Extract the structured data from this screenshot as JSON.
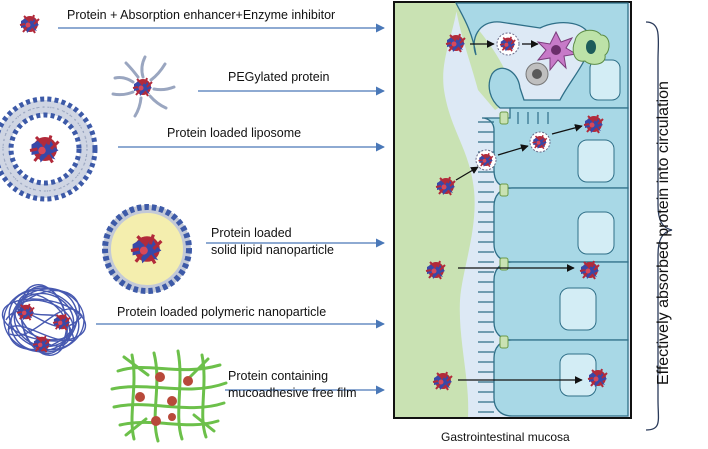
{
  "labels": {
    "enhancer": "Protein + Absorption enhancer+Enzyme inhibitor",
    "pegylated": "PEGylated protein",
    "liposome": "Protein loaded liposome",
    "sln_line1": "Protein loaded",
    "sln_line2": "solid lipid nanoparticle",
    "polymeric": "Protein loaded polymeric nanoparticle",
    "film_line1": "Protein containing",
    "film_line2": "mucoadhesive free film",
    "mucosa": "Gastrointestinal mucosa",
    "circulation": "Effectively absorbed protein into circulation"
  },
  "colors": {
    "arrow": "#4a78b8",
    "panel_bg": "#dde9f5",
    "mucus": "#c9e2b3",
    "cell": "#a8d8e6",
    "cell_stroke": "#2f6f88",
    "protein_red": "#b22a3a",
    "protein_blue": "#3848a8",
    "lipid_head": "#3d5aa8",
    "lipid_tail": "#9aa6c0",
    "sln_core": "#f4eeae",
    "film_fiber": "#6cc04a",
    "film_dot": "#b8493a",
    "immune_magenta": "#c77ac8",
    "immune_green": "#bde2a8"
  }
}
